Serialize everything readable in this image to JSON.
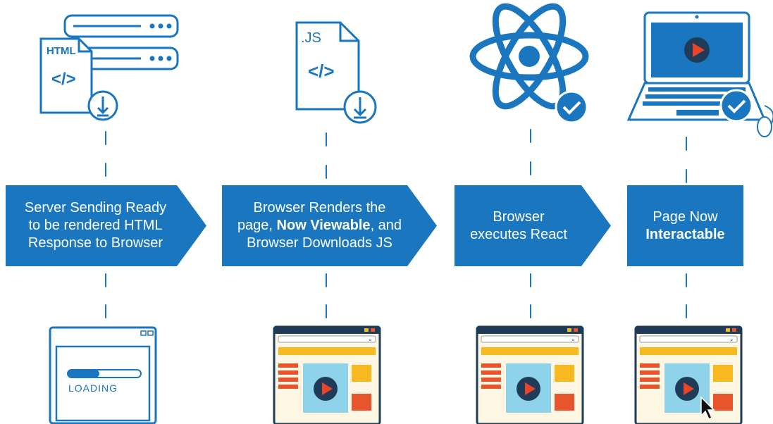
{
  "colors": {
    "primary_blue": "#1a76bf",
    "light_blue": "#8fd3ea",
    "navy": "#1f3b57",
    "yellow": "#f7b820",
    "orange": "#e8552d",
    "play_red": "#e8452b",
    "cream": "#fdf6e3"
  },
  "icons": {
    "step1": "html-file-server-download-icon",
    "step2": "js-file-download-icon",
    "step3": "react-atom-check-icon",
    "step4": "laptop-play-check-icon"
  },
  "steps": [
    {
      "line1": "Server Sending Ready",
      "line2": "to be rendered HTML",
      "line3": "Response to Browser"
    },
    {
      "line1": "Browser Renders the",
      "line2_pre": "page, ",
      "line2_bold": "Now Viewable",
      "line2_post": ", and",
      "line3": "Browser Downloads JS"
    },
    {
      "line1": "Browser",
      "line2": "executes React"
    },
    {
      "line1": "Page Now",
      "line2_bold": "Interactable"
    }
  ],
  "file_labels": {
    "html": "HTML",
    "html_code": "</>",
    "js": ".JS",
    "js_code": "</>"
  },
  "loading_label": "LOADING"
}
